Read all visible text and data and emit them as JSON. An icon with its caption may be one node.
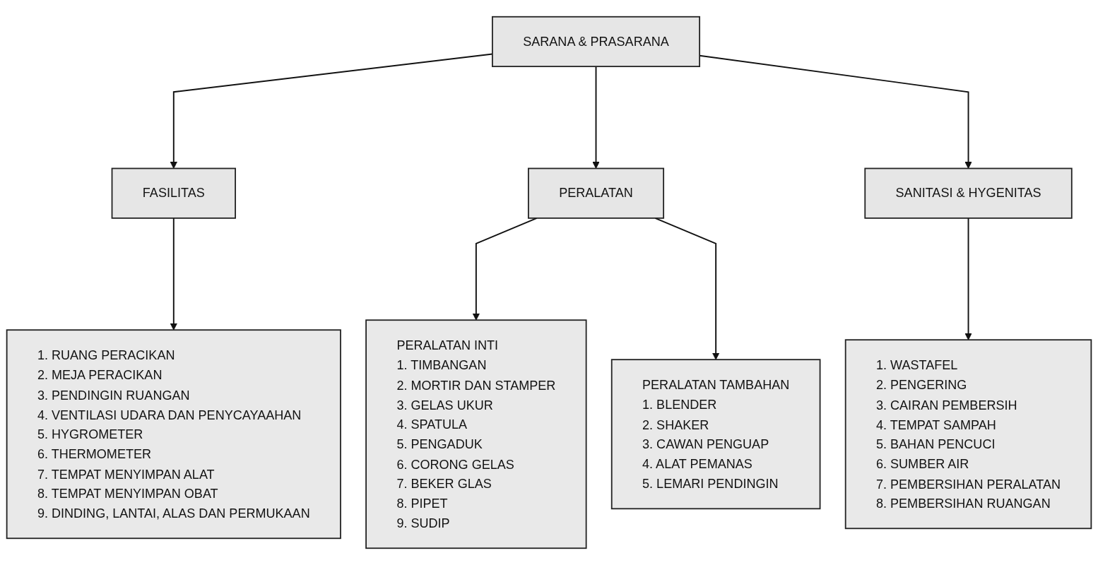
{
  "diagram": {
    "nodes": [
      {
        "text": [
          "SARANA & PRASARANA"
        ]
      },
      {
        "text": [
          "FASILITAS"
        ]
      },
      {
        "text": [
          "PERALATAN"
        ]
      },
      {
        "text": [
          "SANITASI & HYGENITAS"
        ]
      },
      {
        "text": [
          "1. RUANG PERACIKAN",
          "2. MEJA PERACIKAN",
          "3. PENDINGIN RUANGAN",
          "4. VENTILASI UDARA DAN PENYCAYAAHAN",
          "5. HYGROMETER",
          "6. THERMOMETER",
          "7. TEMPAT MENYIMPAN ALAT",
          "8. TEMPAT MENYIMPAN OBAT",
          "9. DINDING, LANTAI, ALAS DAN PERMUKAAN"
        ]
      },
      {
        "text": [
          "PERALATAN INTI",
          "1. TIMBANGAN",
          "2. MORTIR DAN STAMPER",
          "3. GELAS UKUR",
          "4. SPATULA",
          "5. PENGADUK",
          "6. CORONG GELAS",
          "7. BEKER GLAS",
          "8. PIPET",
          "9. SUDIP"
        ]
      },
      {
        "text": [
          "PERALATAN TAMBAHAN",
          "1. BLENDER",
          "2. SHAKER",
          "3. CAWAN PENGUAP",
          "4. ALAT PEMANAS",
          "5. LEMARI PENDINGIN"
        ]
      },
      {
        "text": [
          "1. WASTAFEL",
          "2. PENGERING",
          "3. CAIRAN PEMBERSIH",
          "4. TEMPAT SAMPAH",
          "5. BAHAN PENCUCI",
          "6. SUMBER AIR",
          "7. PEMBERSIHAN PERALATAN",
          "8. PEMBERSIHAN RUANGAN"
        ]
      }
    ],
    "edges": [
      {
        "from": 0,
        "to": 1,
        "arrow": "to"
      },
      {
        "from": 0,
        "to": 2,
        "arrow": "to"
      },
      {
        "from": 0,
        "to": 3,
        "arrow": "to"
      },
      {
        "from": 1,
        "to": 4,
        "arrow": "to"
      },
      {
        "from": 2,
        "to": 5,
        "arrow": "to"
      },
      {
        "from": 2,
        "to": 6,
        "arrow": "to"
      },
      {
        "from": 3,
        "to": 7,
        "arrow": "to"
      }
    ]
  }
}
